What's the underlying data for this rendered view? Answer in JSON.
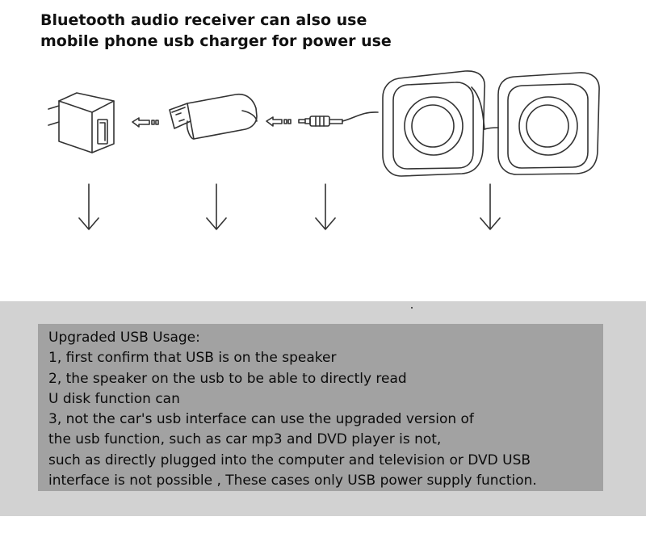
{
  "heading": {
    "line1": "Bluetooth audio receiver can also use",
    "line2": "mobile phone usb charger for power use"
  },
  "diagram": {
    "items": [
      "usb-wall-charger",
      "bluetooth-usb-receiver",
      "audio-jack-plug",
      "speakers"
    ],
    "flow_arrow_icon": "left-arrow",
    "down_arrow_icon": "down-arrow",
    "down_arrow_count": 4
  },
  "usage": {
    "lines": [
      "Upgraded USB Usage:",
      "1, first confirm that USB is on the speaker",
      "2, the speaker on the usb to be able to directly read",
      "U disk function can",
      "3, not the car's usb interface can use the upgraded version of",
      "the usb function, such as car mp3 and DVD player is not,",
      "such as directly plugged into the computer and television or DVD USB",
      "interface is not possible , These cases only USB power supply function."
    ]
  },
  "colors": {
    "band": "#d2d2d2",
    "box": "#a2a2a2",
    "line_art": "#333333"
  }
}
